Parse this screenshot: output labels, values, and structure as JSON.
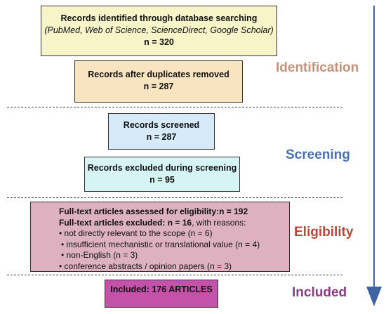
{
  "identification": {
    "records_identified": {
      "title": "Records identified through database searching",
      "sources": "(PubMed, Web of Science, ScienceDirect, Google Scholar)",
      "count": "n = 320"
    },
    "after_duplicates": {
      "title": "Records after duplicates removed",
      "count": "n = 287"
    }
  },
  "screening": {
    "screened": {
      "title": "Records screened",
      "count": "n = 287"
    },
    "excluded": {
      "title": "Records excluded during screening",
      "count": "n = 95"
    }
  },
  "eligibility": {
    "assessed_label": "Full-text articles assessed for eligibility",
    "assessed_count": ":n = 192",
    "excluded_label": "Full-text articles excluded: ",
    "excluded_count": "n = 16",
    "excluded_suffix": ", with reasons:",
    "reasons": [
      "• not directly relevant to the scope (n = 6)",
      "• insufficient mechanistic or translational value (n = 4)",
      "• non-English (n = 3)",
      "• conference abstracts / opinion papers (n = 3)"
    ]
  },
  "included": {
    "label": "Included: 176 ARTICLES"
  },
  "stages": {
    "identification": "Identification",
    "screening": "Screening",
    "eligibility": "Eligibility",
    "included": "Included"
  },
  "colors": {
    "identification": "#c4937b",
    "screening": "#4b71b0",
    "eligibility": "#b54a3b",
    "included": "#8b3d84",
    "arrow": "#3f63a3"
  }
}
